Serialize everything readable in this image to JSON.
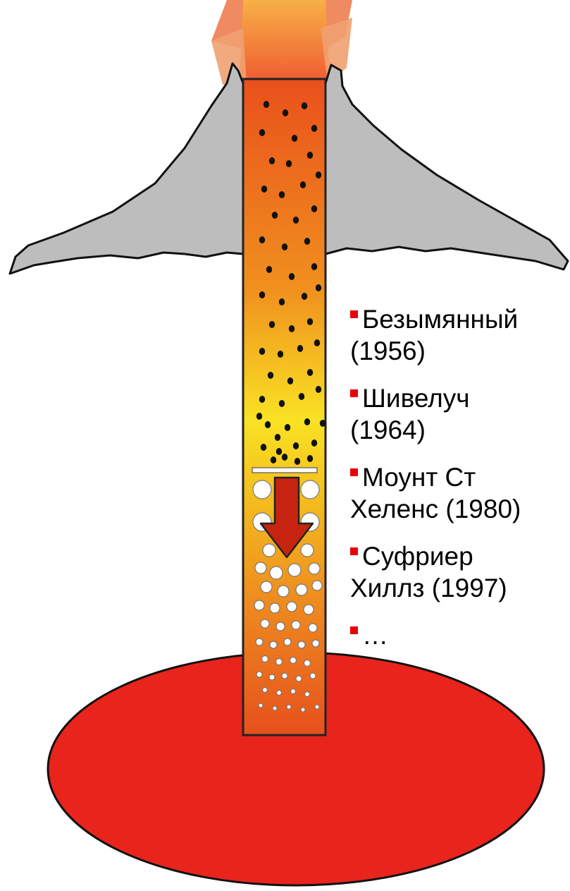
{
  "colors": {
    "background": "#ffffff",
    "bullet": "#e8000b",
    "mountain_fill": "#bdbdbd",
    "chamber_fill": "#e8241c",
    "arrow_fill": "#c62410",
    "conduit_top": "#e8541c",
    "conduit_mid": "#f8e020",
    "conduit_bottom": "#e8541c"
  },
  "eruptions": [
    {
      "name": "Безымянный",
      "year": "(1956)"
    },
    {
      "name": "Шивелуч",
      "year": "(1964)"
    },
    {
      "name": "Моунт Ст",
      "year": "Хеленс (1980)"
    },
    {
      "name": "Суфриер",
      "year": "Хиллз (1997)"
    },
    {
      "name": "…",
      "year": ""
    }
  ]
}
